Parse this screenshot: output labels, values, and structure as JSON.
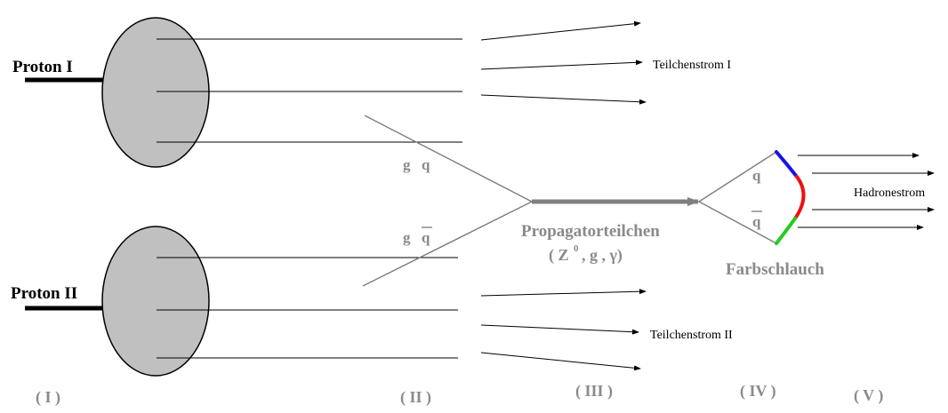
{
  "labels": {
    "proton1": "Proton I",
    "proton2": "Proton II",
    "stream1": "Teilchenstrom I",
    "stream2": "Teilchenstrom II",
    "hadron": "Hadronestrom",
    "gluon_top": "g",
    "quark_top": "q",
    "gluon_bottom": "g",
    "antiquark_bottom": "q",
    "propagator": "Propagatorteilchen",
    "propagator_open": "( Z",
    "propagator_sup": "0",
    "propagator_rest": ", g , γ)",
    "quark_right": "q",
    "antiquark_right": "q",
    "color_tube": "Farbschlauch"
  },
  "stages": [
    "( I )",
    "( II )",
    "( III )",
    "( IV )",
    "( V )"
  ],
  "colors": {
    "proton_fill": "#c0c0c0",
    "gray_label": "#8a8a8a",
    "propagator_line": "#808080",
    "tube_blue": "#1414e6",
    "tube_red": "#ee1111",
    "tube_green": "#22cc22"
  }
}
